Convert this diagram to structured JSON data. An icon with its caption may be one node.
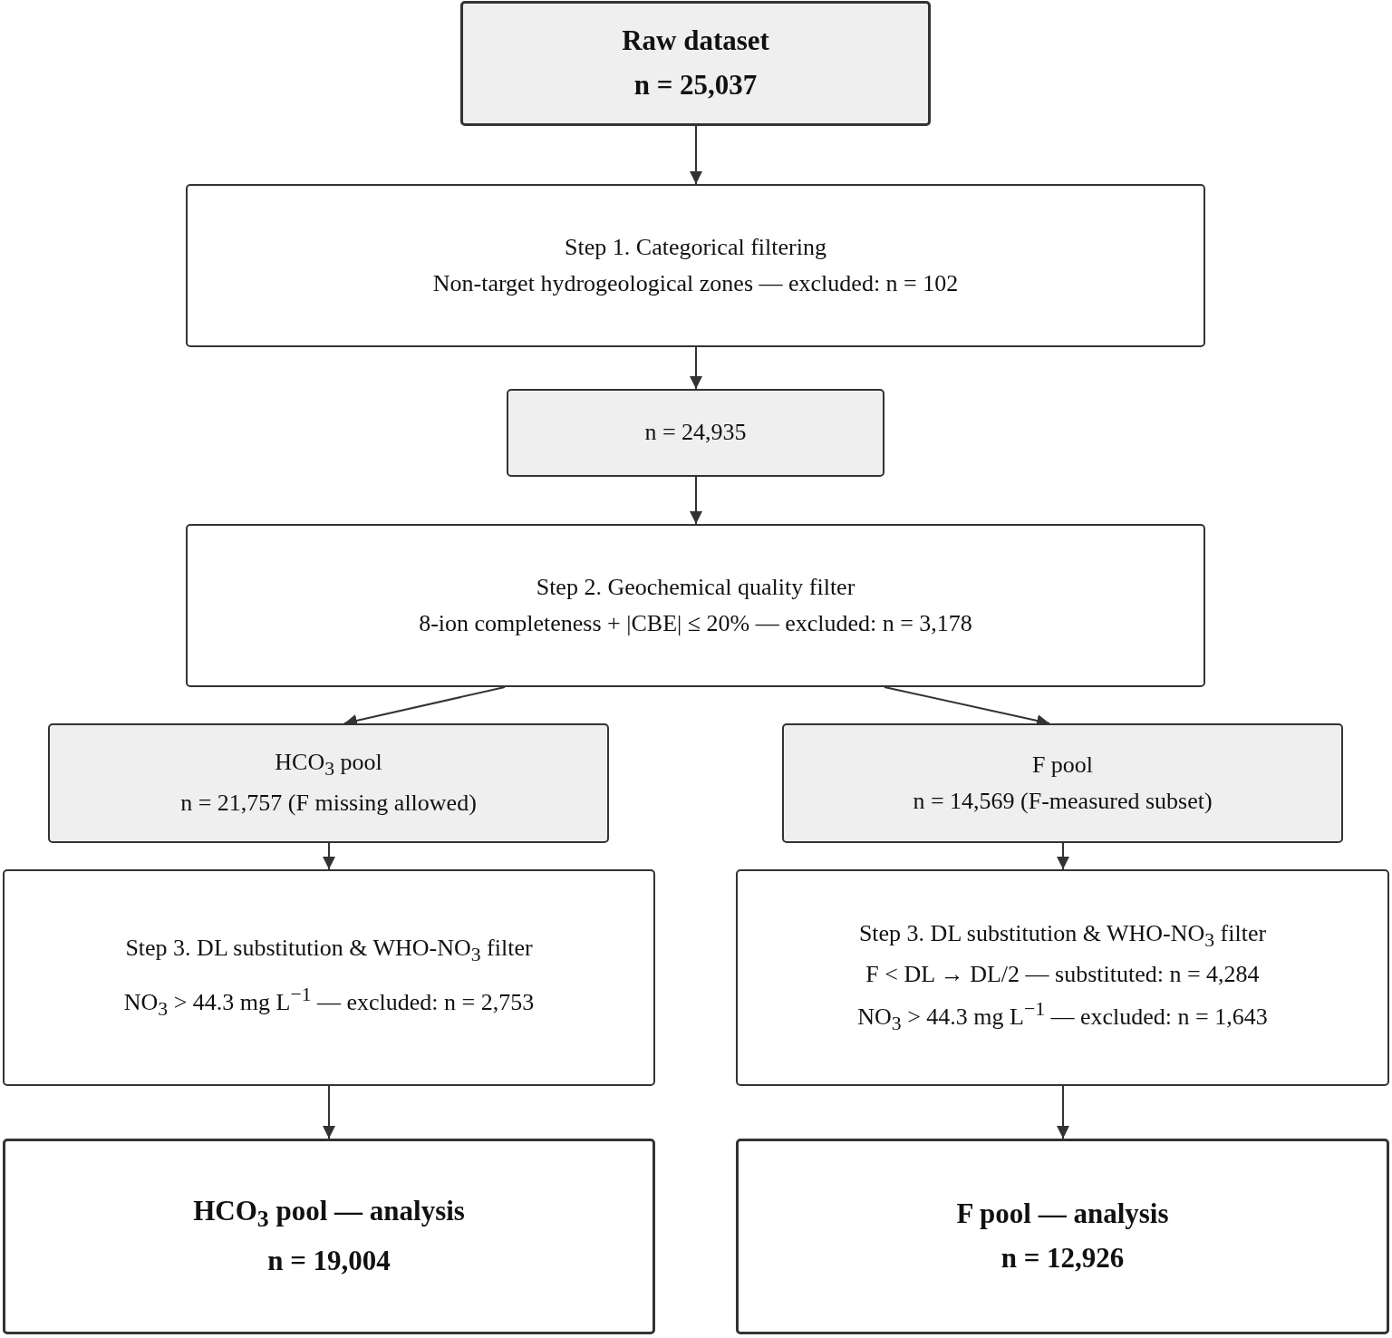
{
  "diagram": {
    "nodes": [
      {
        "text": [
          "Raw dataset",
          "n = 25,037"
        ]
      },
      {
        "text": [
          "Step 1. Categorical filtering",
          "Non-target hydrogeological zones — excluded: n = 102"
        ]
      },
      {
        "text": [
          "n = 24,935"
        ]
      },
      {
        "text": [
          "Step 2. Geochemical quality filter",
          "8-ion completeness + |CBE| ≤ 20% — excluded: n = 3,178"
        ]
      },
      {
        "text": [
          "HCO$_{3}$ pool",
          "n = 21,757 (F missing allowed)"
        ]
      },
      {
        "text": [
          "F pool",
          "n = 14,569 (F-measured subset)"
        ]
      },
      {
        "text": [
          "Step 3. DL substitution & WHO-NO$_{3}$ filter",
          "NO$_{3}$ > 44.3 mg L$^{−1}$ — excluded: n = 2,753"
        ]
      },
      {
        "text": [
          "Step 3. DL substitution & WHO-NO$_{3}$ filter",
          "F < DL → DL/2 — substituted: n = 4,284",
          "NO$_{3}$ > 44.3 mg L$^{−1}$ — excluded: n = 1,643"
        ]
      },
      {
        "text": [
          "HCO$_{3}$ pool — analysis",
          "n = 19,004"
        ]
      },
      {
        "text": [
          "F pool — analysis",
          "n = 12,926"
        ]
      }
    ],
    "edges": [
      {
        "from": 0,
        "to": 1,
        "arrow": "to"
      },
      {
        "from": 1,
        "to": 2,
        "arrow": "to"
      },
      {
        "from": 2,
        "to": 3,
        "arrow": "to"
      },
      {
        "from": 3,
        "to": 4,
        "arrow": "to"
      },
      {
        "from": 3,
        "to": 5,
        "arrow": "to"
      },
      {
        "from": 4,
        "to": 6,
        "arrow": "to"
      },
      {
        "from": 5,
        "to": 7,
        "arrow": "to"
      },
      {
        "from": 6,
        "to": 8,
        "arrow": "to"
      },
      {
        "from": 7,
        "to": 9,
        "arrow": "to"
      }
    ]
  }
}
